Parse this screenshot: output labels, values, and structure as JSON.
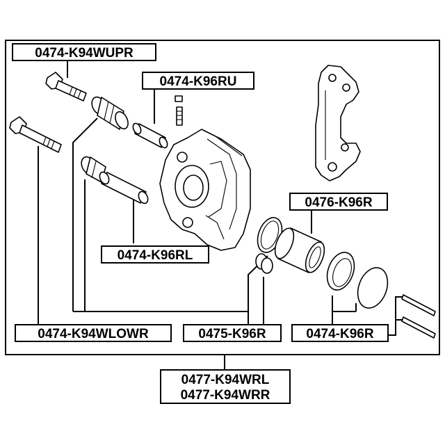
{
  "labels": {
    "upper_bolt": "0474-K94WUPR",
    "upper_pin": "0474-K96RU",
    "bracket": "0476-K96R",
    "lower_pin": "0474-K96RL",
    "lower_bolt": "0474-K94WLOWR",
    "seal_kit": "0475-K96R",
    "piston_kit": "0474-K96R",
    "assembly_left": "0477-K94WRL",
    "assembly_right": "0477-K94WRR"
  }
}
